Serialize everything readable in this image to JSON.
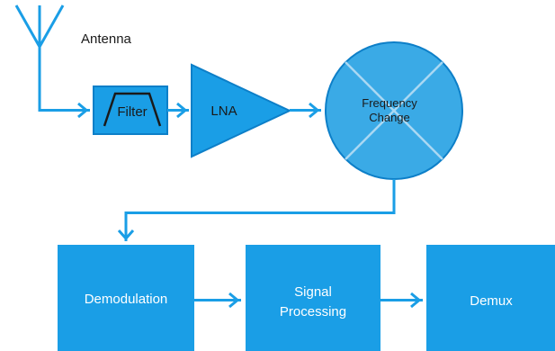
{
  "antenna": {
    "label": "Antenna"
  },
  "filter": {
    "label": "Filter"
  },
  "lna": {
    "label": "LNA"
  },
  "mixer": {
    "line1": "Frequency",
    "line2": "Change"
  },
  "demodulation": {
    "label": "Demodulation"
  },
  "signal_processing": {
    "line1": "Signal",
    "line2": "Processing"
  },
  "demux": {
    "label": "Demux"
  },
  "colors": {
    "block_fill": "#1a9ee6",
    "block_border": "#0d7fc8",
    "mixer_fill": "#3aaae6",
    "wire": "#1a9ee6",
    "label_dark": "#1a1a1a",
    "label_light": "#ffffff"
  }
}
